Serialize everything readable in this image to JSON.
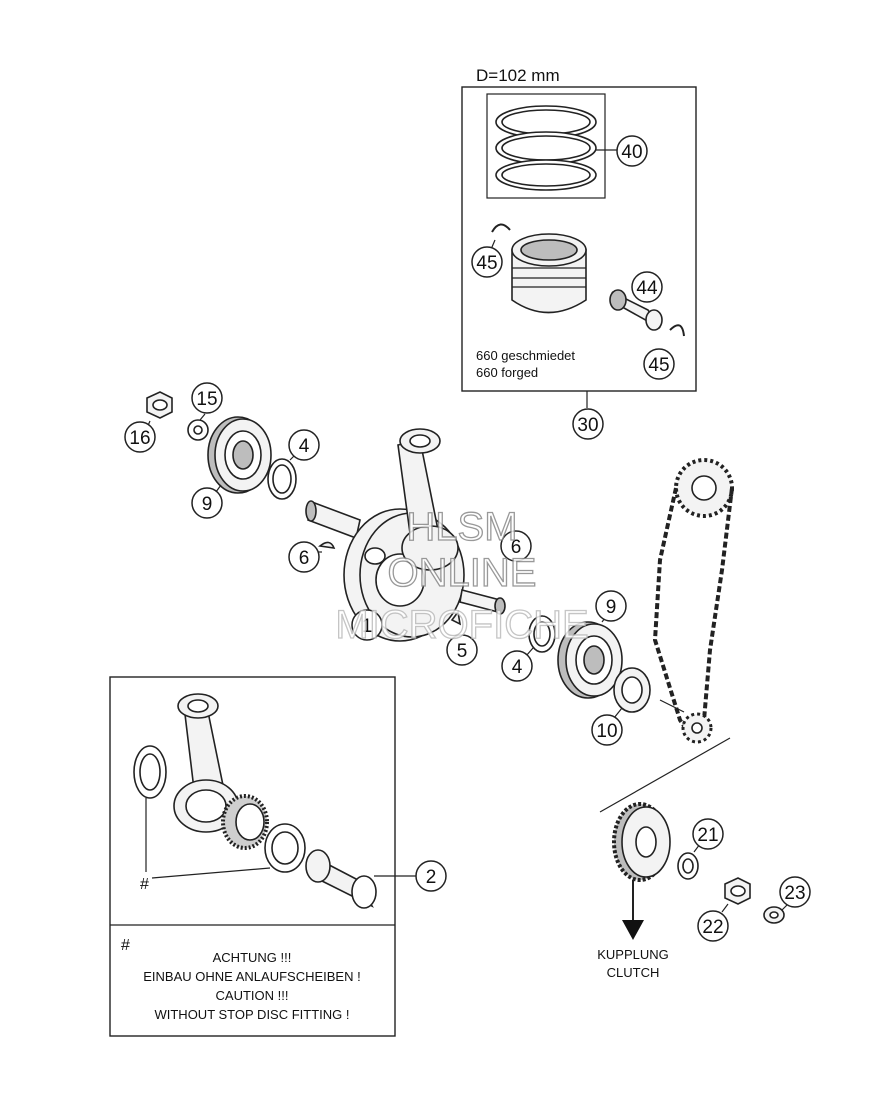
{
  "piston_box": {
    "diameter_label": "D=102 mm",
    "note_line1": "660 geschmiedet",
    "note_line2": "660 forged"
  },
  "callouts": {
    "c40": "40",
    "c45a": "45",
    "c44": "44",
    "c45b": "45",
    "c30": "30",
    "c15": "15",
    "c16": "16",
    "c4a": "4",
    "c9a": "9",
    "c6a": "6",
    "c6b": "6",
    "c1": "1",
    "c5": "5",
    "c9b": "9",
    "c4b": "4",
    "c10": "10",
    "c2": "2",
    "c21": "21",
    "c22": "22",
    "c23": "23"
  },
  "conrod_box": {
    "hash_mark": "#",
    "warn_hash": "#",
    "warn_line1": "ACHTUNG !!!",
    "warn_line2": "EINBAU OHNE ANLAUFSCHEIBEN !",
    "warn_line3": "CAUTION !!!",
    "warn_line4": "WITHOUT STOP DISC FITTING !"
  },
  "clutch": {
    "line1": "KUPPLUNG",
    "line2": "CLUTCH"
  },
  "watermark": {
    "line1": "HLSM",
    "line2": "ONLINE",
    "line3": "MICROFICHE"
  }
}
